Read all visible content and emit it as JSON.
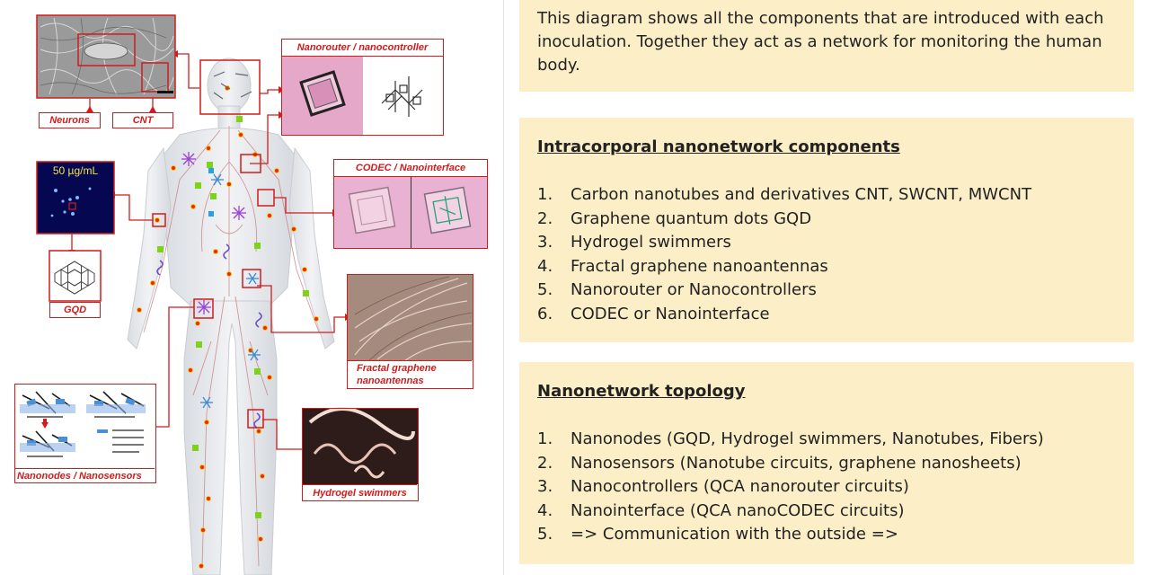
{
  "diagram": {
    "labels": {
      "neurons": "Neurons",
      "cnt": "CNT",
      "nanorouter": "Nanorouter / nanocontroller",
      "codec": "CODEC / Nanointerface",
      "gqd_conc": "50 µg/mL",
      "gqd": "GQD",
      "fractal": "Fractal graphene nanoantennas",
      "nanonodes": "Nanonodes / Nanosensors",
      "hydrogel": "Hydrogel swimmers"
    },
    "colors": {
      "accent": "#d01c1c",
      "box_bg": "#fcefc8"
    }
  },
  "text": {
    "intro": "This diagram shows all the components that are introduced with each inoculation. Together they act as a network for monitoring the human body.",
    "section1": {
      "title": "Intracorporal nanonetwork components",
      "items": [
        {
          "n": "1.",
          "t": "Carbon nanotubes and derivatives CNT, SWCNT, MWCNT"
        },
        {
          "n": "2.",
          "t": "Graphene quantum dots GQD"
        },
        {
          "n": "3.",
          "t": "Hydrogel swimmers"
        },
        {
          "n": "4.",
          "t": "Fractal graphene nanoantennas"
        },
        {
          "n": "5.",
          "t": "Nanorouter or Nanocontrollers"
        },
        {
          "n": "6.",
          "t": "CODEC or Nanointerface"
        }
      ]
    },
    "section2": {
      "title": "Nanonetwork topology",
      "items": [
        {
          "n": "1.",
          "t": "Nanonodes (GQD, Hydrogel swimmers, Nanotubes, Fibers)"
        },
        {
          "n": "2.",
          "t": "Nanosensors (Nanotube circuits, graphene nanosheets)"
        },
        {
          "n": "3.",
          "t": "Nanocontrollers (QCA nanorouter circuits)"
        },
        {
          "n": "4.",
          "t": "Nanointerface (QCA nanoCODEC circuits)"
        },
        {
          "n": "5.",
          "t": "=> Communication with the outside =>"
        }
      ]
    }
  }
}
